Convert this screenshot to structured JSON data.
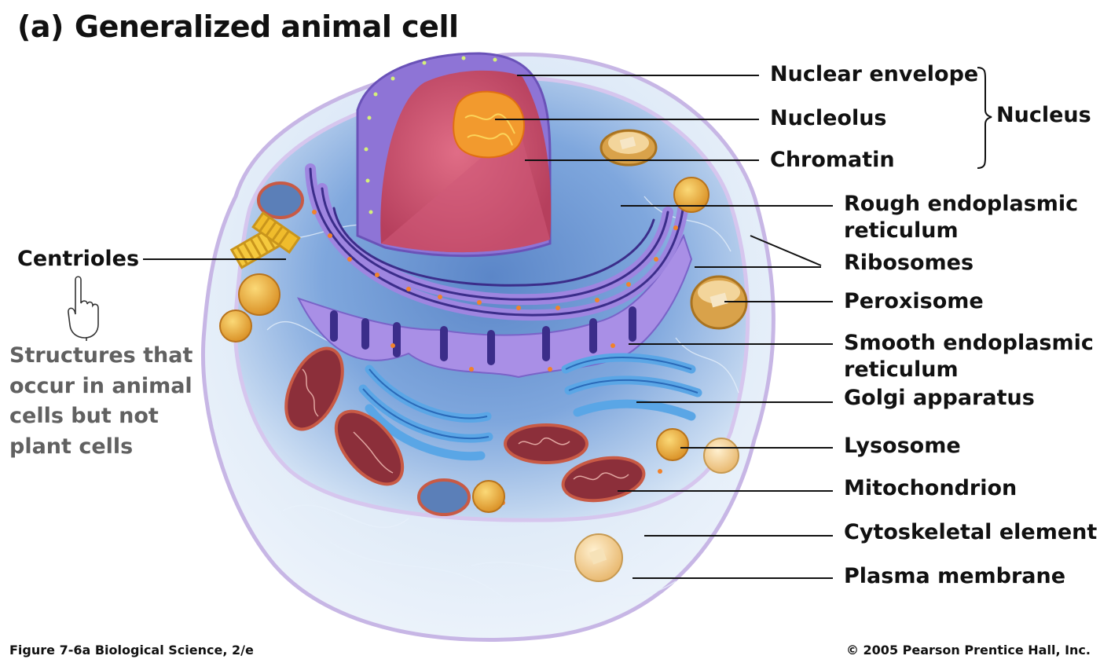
{
  "title": {
    "tag": "(a)",
    "text": "Generalized animal cell"
  },
  "labels": {
    "nuclear_envelope": "Nuclear envelope",
    "nucleolus": "Nucleolus",
    "chromatin": "Chromatin",
    "nucleus": "Nucleus",
    "rough_er_line1": "Rough endoplasmic",
    "rough_er_line2": "reticulum",
    "ribosomes": "Ribosomes",
    "peroxisome": "Peroxisome",
    "smooth_er_line1": "Smooth endoplasmic",
    "smooth_er_line2": "reticulum",
    "golgi": "Golgi apparatus",
    "lysosome": "Lysosome",
    "mitochondrion": "Mitochondrion",
    "cytoskeletal": "Cytoskeletal element",
    "plasma_membrane": "Plasma membrane",
    "centrioles": "Centrioles"
  },
  "note": "Structures that occur in animal cells but not plant cells",
  "footer": {
    "left": "Figure 7-6a   Biological Science, 2/e",
    "right": "© 2005 Pearson Prentice Hall, Inc."
  },
  "colors": {
    "cytoplasm": "#a9c9ee",
    "membrane": "#c8b6e6",
    "nucleus_envelope": "#8e74d6",
    "chromatin": "#d7576f",
    "nucleolus": "#f29a2e",
    "er": "#9e85e0",
    "golgi": "#5aa6e6",
    "mitochondrion": "#cf6b55",
    "organelle_gold": "#e9ad3c",
    "note_text": "#616161"
  }
}
